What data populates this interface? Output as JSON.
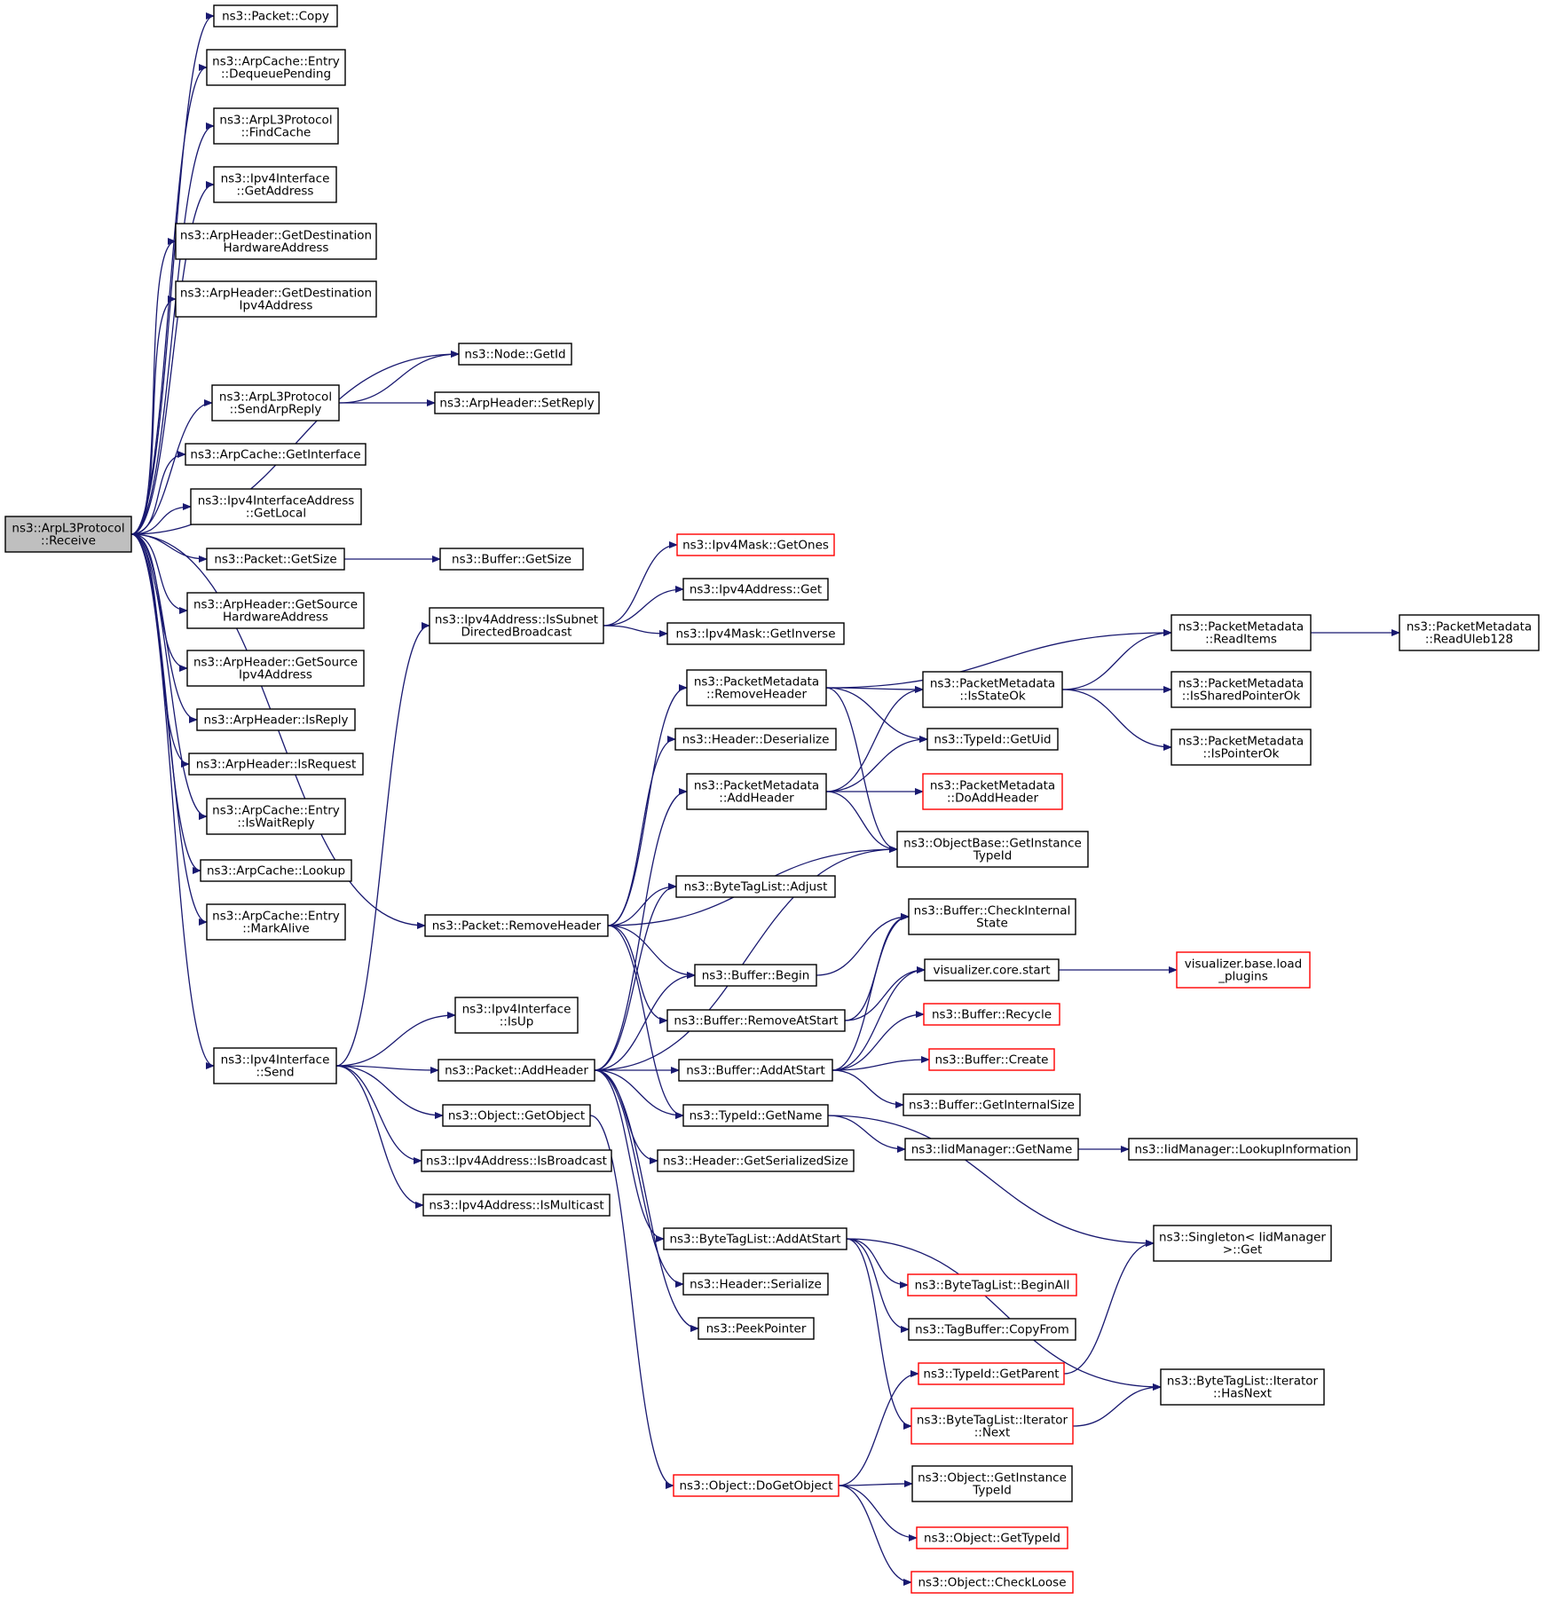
{
  "colors": {
    "edge": "#191970",
    "root_fill": "#bfbfbf",
    "node_fill": "#ffffff",
    "node_border": "#000000",
    "truncated_border": "#ff0000"
  },
  "nodes": [
    {
      "id": "receive",
      "label": [
        "ns3::ArpL3Protocol",
        "::Receive"
      ],
      "root": true
    },
    {
      "id": "pcopy",
      "label": [
        "ns3::Packet::Copy"
      ]
    },
    {
      "id": "deqp",
      "label": [
        "ns3::ArpCache::Entry",
        "::DequeuePending"
      ]
    },
    {
      "id": "findcache",
      "label": [
        "ns3::ArpL3Protocol",
        "::FindCache"
      ]
    },
    {
      "id": "getaddr",
      "label": [
        "ns3::Ipv4Interface",
        "::GetAddress"
      ]
    },
    {
      "id": "getdsthw",
      "label": [
        "ns3::ArpHeader::GetDestination",
        "HardwareAddress"
      ]
    },
    {
      "id": "getdstip",
      "label": [
        "ns3::ArpHeader::GetDestination",
        "Ipv4Address"
      ]
    },
    {
      "id": "nodegetid",
      "label": [
        "ns3::Node::GetId"
      ]
    },
    {
      "id": "sendarp",
      "label": [
        "ns3::ArpL3Protocol",
        "::SendArpReply"
      ]
    },
    {
      "id": "setreply",
      "label": [
        "ns3::ArpHeader::SetReply"
      ]
    },
    {
      "id": "getiface",
      "label": [
        "ns3::ArpCache::GetInterface"
      ]
    },
    {
      "id": "getlocal",
      "label": [
        "ns3::Ipv4InterfaceAddress",
        "::GetLocal"
      ]
    },
    {
      "id": "pgetsize",
      "label": [
        "ns3::Packet::GetSize"
      ]
    },
    {
      "id": "bgetsize",
      "label": [
        "ns3::Buffer::GetSize"
      ]
    },
    {
      "id": "getsrchw",
      "label": [
        "ns3::ArpHeader::GetSource",
        "HardwareAddress"
      ]
    },
    {
      "id": "getsrcip",
      "label": [
        "ns3::ArpHeader::GetSource",
        "Ipv4Address"
      ]
    },
    {
      "id": "isreply",
      "label": [
        "ns3::ArpHeader::IsReply"
      ]
    },
    {
      "id": "isrequest",
      "label": [
        "ns3::ArpHeader::IsRequest"
      ]
    },
    {
      "id": "iswait",
      "label": [
        "ns3::ArpCache::Entry",
        "::IsWaitReply"
      ]
    },
    {
      "id": "lookup",
      "label": [
        "ns3::ArpCache::Lookup"
      ]
    },
    {
      "id": "markalive",
      "label": [
        "ns3::ArpCache::Entry",
        "::MarkAlive"
      ]
    },
    {
      "id": "premhdr",
      "label": [
        "ns3::Packet::RemoveHeader"
      ]
    },
    {
      "id": "ifsend",
      "label": [
        "ns3::Ipv4Interface",
        "::Send"
      ]
    },
    {
      "id": "issubnet",
      "label": [
        "ns3::Ipv4Address::IsSubnet",
        "DirectedBroadcast"
      ]
    },
    {
      "id": "getones",
      "label": [
        "ns3::Ipv4Mask::GetOnes"
      ],
      "red": true
    },
    {
      "id": "addrget",
      "label": [
        "ns3::Ipv4Address::Get"
      ]
    },
    {
      "id": "getinverse",
      "label": [
        "ns3::Ipv4Mask::GetInverse"
      ]
    },
    {
      "id": "pmremhdr",
      "label": [
        "ns3::PacketMetadata",
        "::RemoveHeader"
      ]
    },
    {
      "id": "hdrdeser",
      "label": [
        "ns3::Header::Deserialize"
      ]
    },
    {
      "id": "pmaddhdr",
      "label": [
        "ns3::PacketMetadata",
        "::AddHeader"
      ]
    },
    {
      "id": "btladjust",
      "label": [
        "ns3::ByteTagList::Adjust"
      ]
    },
    {
      "id": "bbegin",
      "label": [
        "ns3::Buffer::Begin"
      ]
    },
    {
      "id": "bremstart",
      "label": [
        "ns3::Buffer::RemoveAtStart"
      ]
    },
    {
      "id": "isup",
      "label": [
        "ns3::Ipv4Interface",
        "::IsUp"
      ]
    },
    {
      "id": "paddhdr",
      "label": [
        "ns3::Packet::AddHeader"
      ]
    },
    {
      "id": "getobject",
      "label": [
        "ns3::Object::GetObject"
      ]
    },
    {
      "id": "isbcast",
      "label": [
        "ns3::Ipv4Address::IsBroadcast"
      ]
    },
    {
      "id": "ismcast",
      "label": [
        "ns3::Ipv4Address::IsMulticast"
      ]
    },
    {
      "id": "baddstart",
      "label": [
        "ns3::Buffer::AddAtStart"
      ]
    },
    {
      "id": "tgetname",
      "label": [
        "ns3::TypeId::GetName"
      ]
    },
    {
      "id": "hgetsersize",
      "label": [
        "ns3::Header::GetSerializedSize"
      ]
    },
    {
      "id": "btladdstart",
      "label": [
        "ns3::ByteTagList::AddAtStart"
      ]
    },
    {
      "id": "hserialize",
      "label": [
        "ns3::Header::Serialize"
      ]
    },
    {
      "id": "peekptr",
      "label": [
        "ns3::PeekPointer"
      ]
    },
    {
      "id": "dogetobj",
      "label": [
        "ns3::Object::DoGetObject"
      ],
      "red": true
    },
    {
      "id": "pmreaditems",
      "label": [
        "ns3::PacketMetadata",
        "::ReadItems"
      ]
    },
    {
      "id": "pmreaduleb",
      "label": [
        "ns3::PacketMetadata",
        "::ReadUleb128"
      ]
    },
    {
      "id": "pmisstate",
      "label": [
        "ns3::PacketMetadata",
        "::IsStateOk"
      ]
    },
    {
      "id": "pmisshared",
      "label": [
        "ns3::PacketMetadata",
        "::IsSharedPointerOk"
      ]
    },
    {
      "id": "pmisptr",
      "label": [
        "ns3::PacketMetadata",
        "::IsPointerOk"
      ]
    },
    {
      "id": "tgetuid",
      "label": [
        "ns3::TypeId::GetUid"
      ]
    },
    {
      "id": "pmdoadd",
      "label": [
        "ns3::PacketMetadata",
        "::DoAddHeader"
      ],
      "red": true
    },
    {
      "id": "obgetinst",
      "label": [
        "ns3::ObjectBase::GetInstance",
        "TypeId"
      ]
    },
    {
      "id": "bcheckint",
      "label": [
        "ns3::Buffer::CheckInternal",
        "State"
      ]
    },
    {
      "id": "vizstart",
      "label": [
        "visualizer.core.start"
      ]
    },
    {
      "id": "vizload",
      "label": [
        "visualizer.base.load",
        "_plugins"
      ],
      "red": true
    },
    {
      "id": "brecycle",
      "label": [
        "ns3::Buffer::Recycle"
      ],
      "red": true
    },
    {
      "id": "bcreate",
      "label": [
        "ns3::Buffer::Create"
      ],
      "red": true
    },
    {
      "id": "bgetintsize",
      "label": [
        "ns3::Buffer::GetInternalSize"
      ]
    },
    {
      "id": "iidgetname",
      "label": [
        "ns3::IidManager::GetName"
      ]
    },
    {
      "id": "iidlookup",
      "label": [
        "ns3::IidManager::LookupInformation"
      ]
    },
    {
      "id": "singleton",
      "label": [
        "ns3::Singleton< IidManager",
        ">::Get"
      ]
    },
    {
      "id": "btlbeginall",
      "label": [
        "ns3::ByteTagList::BeginAll"
      ],
      "red": true
    },
    {
      "id": "tbcopyfrom",
      "label": [
        "ns3::TagBuffer::CopyFrom"
      ]
    },
    {
      "id": "tgetparent",
      "label": [
        "ns3::TypeId::GetParent"
      ],
      "red": true
    },
    {
      "id": "btlitnext",
      "label": [
        "ns3::ByteTagList::Iterator",
        "::Next"
      ],
      "red": true
    },
    {
      "id": "btlithasnext",
      "label": [
        "ns3::ByteTagList::Iterator",
        "::HasNext"
      ]
    },
    {
      "id": "ogetinst",
      "label": [
        "ns3::Object::GetInstance",
        "TypeId"
      ]
    },
    {
      "id": "ogettypeid",
      "label": [
        "ns3::Object::GetTypeId"
      ],
      "red": true
    },
    {
      "id": "ocheckloose",
      "label": [
        "ns3::Object::CheckLoose"
      ],
      "red": true
    }
  ],
  "edges": [
    [
      "receive",
      "pcopy"
    ],
    [
      "receive",
      "deqp"
    ],
    [
      "receive",
      "findcache"
    ],
    [
      "receive",
      "getaddr"
    ],
    [
      "receive",
      "getdsthw"
    ],
    [
      "receive",
      "getdstip"
    ],
    [
      "receive",
      "nodegetid"
    ],
    [
      "receive",
      "sendarp"
    ],
    [
      "receive",
      "getiface"
    ],
    [
      "receive",
      "getlocal"
    ],
    [
      "receive",
      "pgetsize"
    ],
    [
      "receive",
      "getsrchw"
    ],
    [
      "receive",
      "getsrcip"
    ],
    [
      "receive",
      "isreply"
    ],
    [
      "receive",
      "isrequest"
    ],
    [
      "receive",
      "iswait"
    ],
    [
      "receive",
      "lookup"
    ],
    [
      "receive",
      "markalive"
    ],
    [
      "receive",
      "premhdr"
    ],
    [
      "receive",
      "ifsend"
    ],
    [
      "sendarp",
      "nodegetid"
    ],
    [
      "sendarp",
      "setreply"
    ],
    [
      "pgetsize",
      "bgetsize"
    ],
    [
      "issubnet",
      "getones"
    ],
    [
      "issubnet",
      "addrget"
    ],
    [
      "issubnet",
      "getinverse"
    ],
    [
      "premhdr",
      "pmremhdr"
    ],
    [
      "premhdr",
      "hdrdeser"
    ],
    [
      "premhdr",
      "obgetinst"
    ],
    [
      "premhdr",
      "btladjust"
    ],
    [
      "premhdr",
      "bbegin"
    ],
    [
      "premhdr",
      "bremstart"
    ],
    [
      "premhdr",
      "tgetname"
    ],
    [
      "ifsend",
      "issubnet"
    ],
    [
      "ifsend",
      "isup"
    ],
    [
      "ifsend",
      "paddhdr"
    ],
    [
      "ifsend",
      "getobject"
    ],
    [
      "ifsend",
      "isbcast"
    ],
    [
      "ifsend",
      "ismcast"
    ],
    [
      "paddhdr",
      "pmaddhdr"
    ],
    [
      "paddhdr",
      "btladjust"
    ],
    [
      "paddhdr",
      "obgetinst"
    ],
    [
      "paddhdr",
      "bbegin"
    ],
    [
      "paddhdr",
      "baddstart"
    ],
    [
      "paddhdr",
      "tgetname"
    ],
    [
      "paddhdr",
      "hgetsersize"
    ],
    [
      "paddhdr",
      "btladdstart"
    ],
    [
      "paddhdr",
      "hserialize"
    ],
    [
      "paddhdr",
      "peekptr"
    ],
    [
      "getobject",
      "dogetobj"
    ],
    [
      "pmremhdr",
      "pmreaditems"
    ],
    [
      "pmremhdr",
      "pmisstate"
    ],
    [
      "pmremhdr",
      "tgetuid"
    ],
    [
      "pmremhdr",
      "obgetinst"
    ],
    [
      "pmaddhdr",
      "pmisstate"
    ],
    [
      "pmaddhdr",
      "tgetuid"
    ],
    [
      "pmaddhdr",
      "pmdoadd"
    ],
    [
      "pmaddhdr",
      "obgetinst"
    ],
    [
      "pmisstate",
      "pmreaditems"
    ],
    [
      "pmisstate",
      "pmisshared"
    ],
    [
      "pmisstate",
      "pmisptr"
    ],
    [
      "pmreaditems",
      "pmreaduleb"
    ],
    [
      "bbegin",
      "bcheckint"
    ],
    [
      "bremstart",
      "bcheckint"
    ],
    [
      "bremstart",
      "vizstart"
    ],
    [
      "baddstart",
      "bcheckint"
    ],
    [
      "baddstart",
      "vizstart"
    ],
    [
      "baddstart",
      "brecycle"
    ],
    [
      "baddstart",
      "bcreate"
    ],
    [
      "baddstart",
      "bgetintsize"
    ],
    [
      "vizstart",
      "vizload"
    ],
    [
      "tgetname",
      "iidgetname"
    ],
    [
      "tgetname",
      "singleton"
    ],
    [
      "iidgetname",
      "iidlookup"
    ],
    [
      "btladdstart",
      "btlbeginall"
    ],
    [
      "btladdstart",
      "tbcopyfrom"
    ],
    [
      "btladdstart",
      "btlitnext"
    ],
    [
      "btladdstart",
      "btlithasnext"
    ],
    [
      "btlitnext",
      "btlithasnext"
    ],
    [
      "dogetobj",
      "tgetparent"
    ],
    [
      "dogetobj",
      "ogetinst"
    ],
    [
      "dogetobj",
      "ogettypeid"
    ],
    [
      "dogetobj",
      "ocheckloose"
    ],
    [
      "tgetparent",
      "singleton"
    ]
  ]
}
